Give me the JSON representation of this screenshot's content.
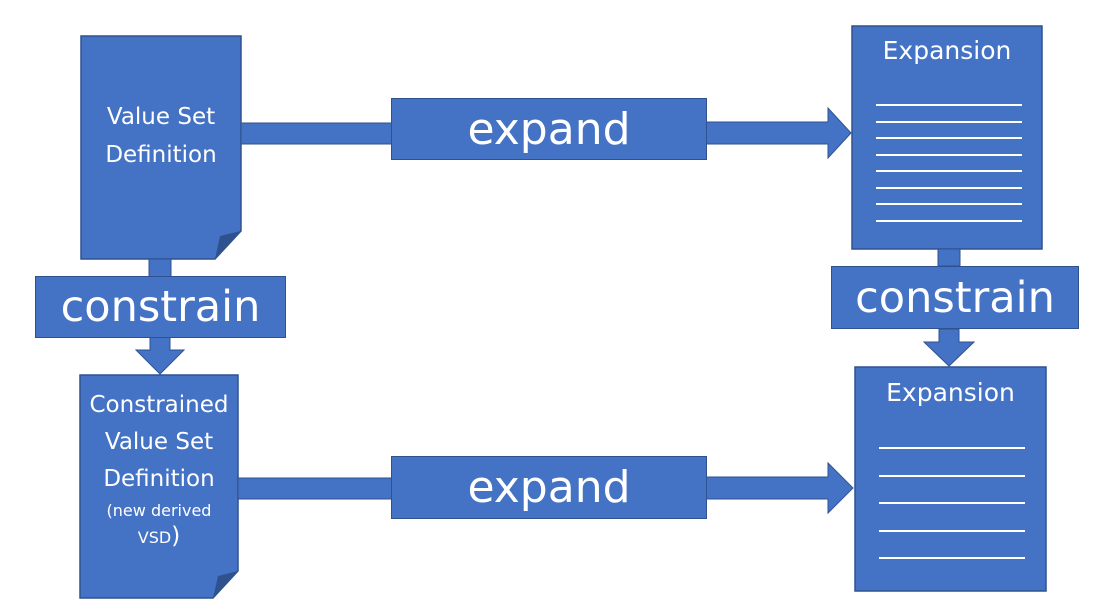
{
  "colors": {
    "fill": "#4472C4",
    "stroke": "#2F528F",
    "text": "#FFFFFF",
    "background": "#FFFFFF"
  },
  "top_left_doc": {
    "line1": "Value Set",
    "line2": "Definition"
  },
  "bottom_left_doc": {
    "line1": "Constrained",
    "line2": "Value Set",
    "line3": "Definition",
    "note": "(new derived",
    "note2": "VSD",
    "note2_paren": ")"
  },
  "top_right_doc": {
    "title": "Expansion",
    "list_lines": 8
  },
  "bottom_right_doc": {
    "title": "Expansion",
    "list_lines": 5
  },
  "process_labels": {
    "expand_top": "expand",
    "expand_bottom": "expand",
    "constrain_left": "constrain",
    "constrain_right": "constrain"
  }
}
